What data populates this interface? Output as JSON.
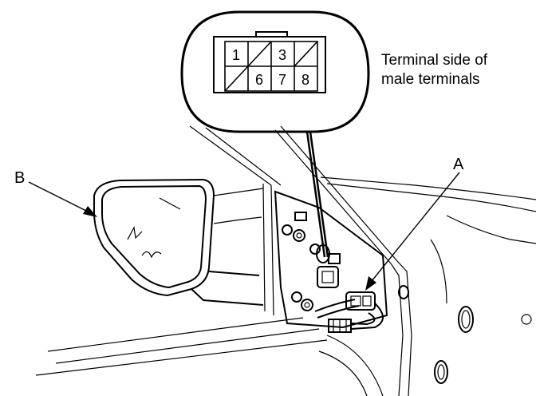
{
  "connector": {
    "pins_top": [
      "1",
      "",
      "3",
      ""
    ],
    "pins_bottom": [
      "",
      "6",
      "7",
      "8"
    ]
  },
  "caption": {
    "line1": "Terminal side of",
    "line2": "male terminals"
  },
  "callouts": {
    "a": "A",
    "b": "B"
  }
}
